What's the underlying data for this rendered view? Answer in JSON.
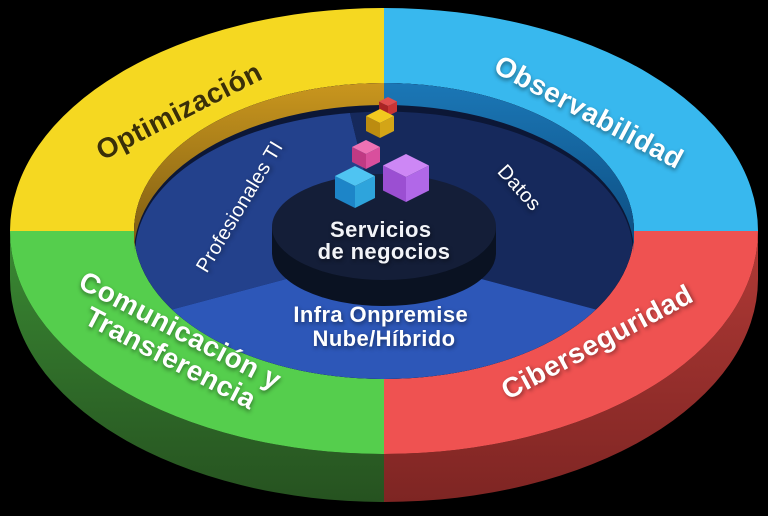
{
  "scene": {
    "background": "#000000",
    "outer_ring": {
      "segments": [
        {
          "id": "optimizacion",
          "label": "Optimización",
          "position": "top-left",
          "color": "#f5d821",
          "label_color": "#3a2f08"
        },
        {
          "id": "observabilidad",
          "label": "Observabilidad",
          "position": "top-right",
          "color": "#38b8ee",
          "label_color": "#ffffff"
        },
        {
          "id": "comunicacion-transferencia",
          "label_line1": "Comunicación y",
          "label_line2": "Transferencia",
          "position": "bottom-left",
          "color": "#55ce4d",
          "label_color": "#ffffff"
        },
        {
          "id": "ciberseguridad",
          "label": "Ciberseguridad",
          "position": "bottom-right",
          "color": "#ef5251",
          "label_color": "#ffffff"
        }
      ],
      "depth": {
        "green_side_top": "#3a8a33",
        "green_side_bottom": "#265220",
        "red_side_top": "#b13a36",
        "red_side_bottom": "#7e2523",
        "gold_wall_top": "#c9961e",
        "gold_wall_bottom": "#7a5a12",
        "blue_wall_top": "#1b77b6",
        "blue_wall_bottom": "#0c4b7e"
      }
    },
    "inner_ring": {
      "rim_color": "#0c1736",
      "segments": [
        {
          "id": "profesionales-ti",
          "label": "Profesionales TI",
          "color": "#23418c",
          "label_color": "#ffffff"
        },
        {
          "id": "datos",
          "label": "Datos",
          "color": "#16295c",
          "label_color": "#ffffff"
        },
        {
          "id": "infra-onpremise",
          "label_line1": "Infra Onpremise",
          "label_line2": "Nube/Híbrido",
          "color": "#2d57b8",
          "label_color": "#ffffff"
        }
      ]
    },
    "center": {
      "label_line1": "Servicios",
      "label_line2": "de negocios",
      "label_color": "#f2f4f8",
      "top_color": "#141e38",
      "side_color": "#0a1222"
    },
    "cubes": [
      {
        "name": "red-cube",
        "top": "#e14e4e",
        "left": "#ab2424",
        "right": "#c93434"
      },
      {
        "name": "yellow-cube",
        "top": "#f2c81f",
        "left": "#bc8c10",
        "right": "#d3a517"
      },
      {
        "name": "pink-cube",
        "top": "#ef72b4",
        "left": "#c03a84",
        "right": "#d94f9d"
      },
      {
        "name": "blue-cube",
        "top": "#4fc4f2",
        "left": "#1d85c8",
        "right": "#2ea4dc"
      },
      {
        "name": "purple-cube",
        "top": "#cd87f5",
        "left": "#9b4fd2",
        "right": "#b168e8"
      }
    ]
  }
}
